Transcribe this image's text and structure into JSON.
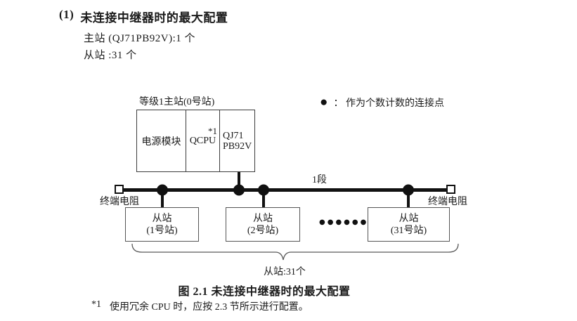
{
  "colors": {
    "ink": "#1a1a1a",
    "diagram_line": "#111111",
    "box_border": "#555555",
    "master_border": "#3c3c3c",
    "brace": "#5a5a5a",
    "background": "#ffffff"
  },
  "section": {
    "number": "(1)",
    "title": "未连接中继器时的最大配置",
    "spec_lines": [
      "主站 (QJ71PB92V):1 个",
      "从站 :31 个"
    ]
  },
  "diagram": {
    "legend": {
      "marker": "●",
      "text": "：  作为个数计数的连接点"
    },
    "master": {
      "label": "等级1主站(0号站)",
      "cells": [
        {
          "label": "电源模块"
        },
        {
          "label": "QCPU",
          "footnote_ref": "*1"
        },
        {
          "line1": "QJ71",
          "line2": "PB92V"
        }
      ]
    },
    "segment_label": "1段",
    "terminator_left_label": "终端电阻",
    "terminator_right_label": "终端电阻",
    "slaves": [
      {
        "line1": "从站",
        "line2": "(1号站)"
      },
      {
        "line1": "从站",
        "line2": "(2号站)"
      },
      {
        "line1": "从站",
        "line2": "(31号站)"
      }
    ],
    "ellipsis": "●●●●●●",
    "brace_label": "从站:31个"
  },
  "caption": "图 2.1 未连接中继器时的最大配置",
  "footnote": {
    "marker": "*1",
    "text": "使用冗余 CPU 时，应按 2.3 节所示进行配置。"
  }
}
